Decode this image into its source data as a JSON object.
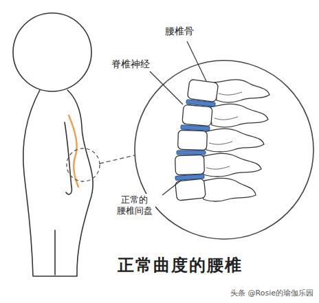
{
  "diagram": {
    "title": "正常曲度的腰椎",
    "labels": [
      "腰椎骨",
      "脊椎神经",
      "正常的 腰椎间盘",
      "头条 @Rosie的瑜伽乐园"
    ]
  }
}
